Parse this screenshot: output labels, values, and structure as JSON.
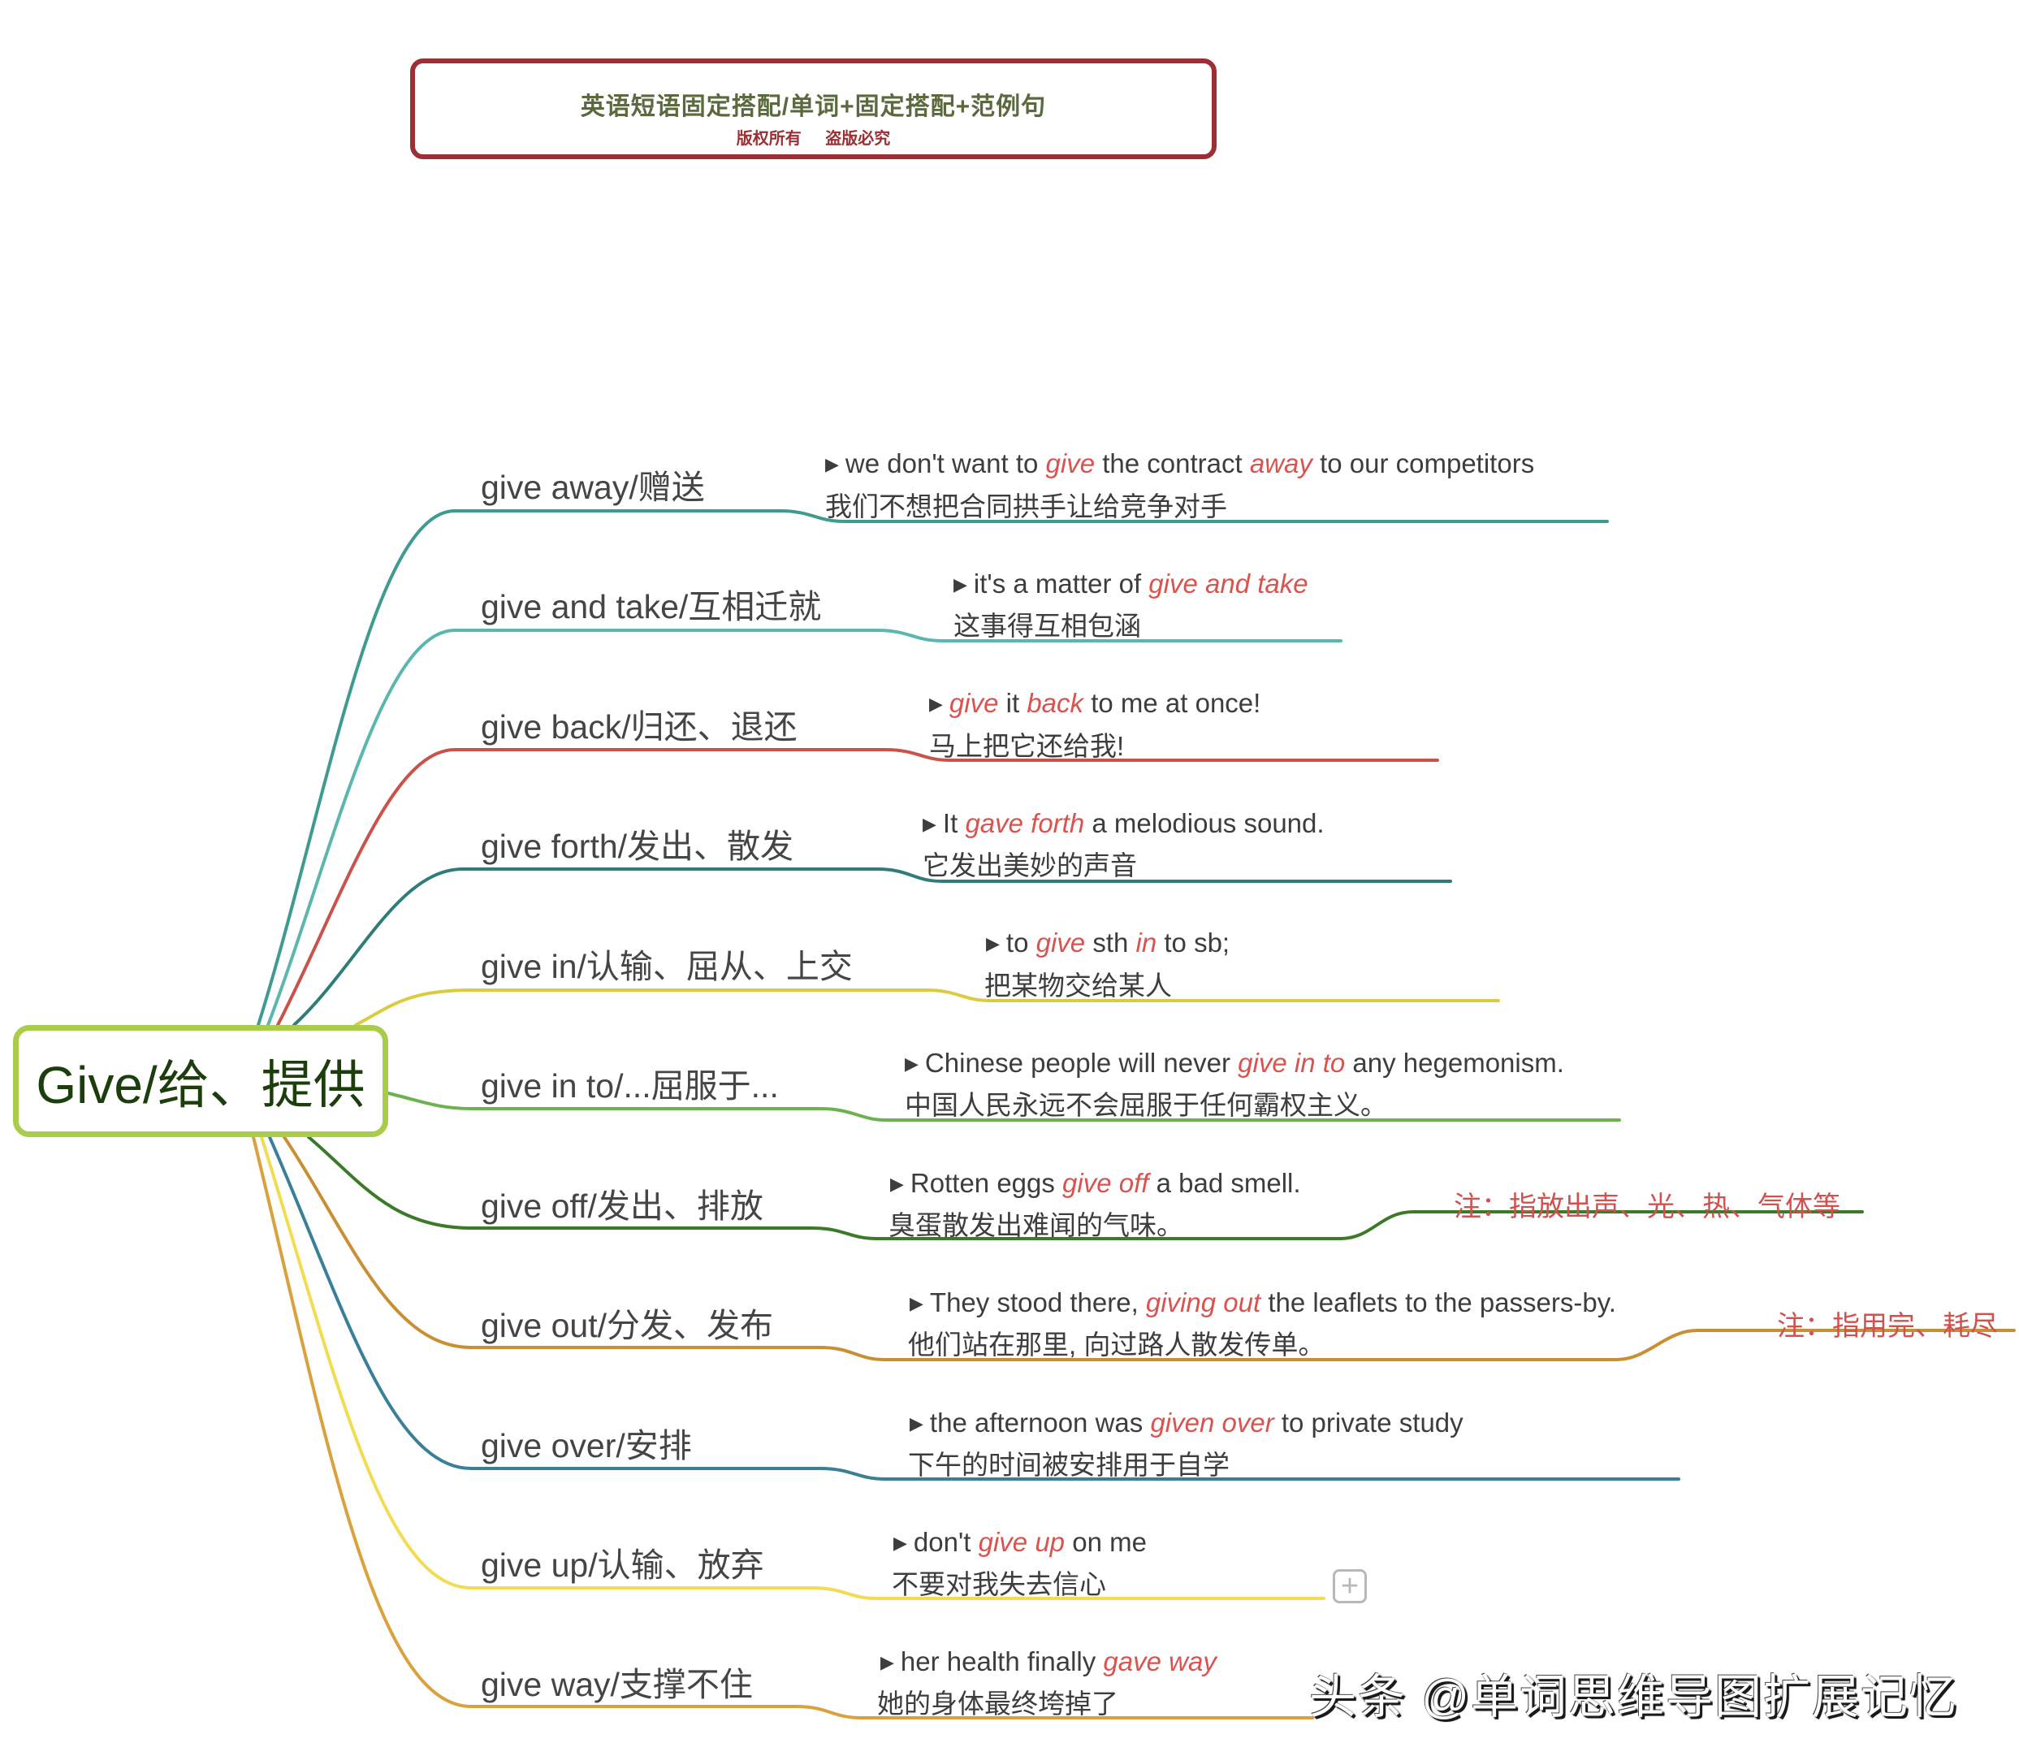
{
  "header": {
    "title": "英语短语固定搭配/单词+固定搭配+范例句",
    "subtitle_left": "版权所有",
    "subtitle_right": "盗版必究"
  },
  "center": {
    "label": "Give/给、提供",
    "border_color": "#a9cd4a",
    "text_color": "#1c3d0c"
  },
  "colors": {
    "highlight": "#d9534f",
    "note": "#d0524f",
    "header_border": "#9b2f33",
    "header_text": "#5b6a3e"
  },
  "branches": [
    {
      "label": "give away/赠送",
      "color": "#3f9a8f",
      "example_en": [
        [
          "we don't want to ",
          false
        ],
        [
          "give",
          true
        ],
        [
          " the contract ",
          false
        ],
        [
          "away",
          true
        ],
        [
          " to our competitors",
          false
        ]
      ],
      "example_zh": "我们不想把合同拱手让给竞争对手"
    },
    {
      "label": "give and take/互相迁就",
      "color": "#5bb7ad",
      "example_en": [
        [
          "it's a matter of ",
          false
        ],
        [
          "give and take",
          true
        ]
      ],
      "example_zh": "这事得互相包涵"
    },
    {
      "label": "give back/归还、退还",
      "color": "#c9534a",
      "example_en": [
        [
          "give",
          true
        ],
        [
          " it ",
          false
        ],
        [
          "back",
          true
        ],
        [
          " to me at once!",
          false
        ]
      ],
      "example_zh": "马上把它还给我!"
    },
    {
      "label": "give forth/发出、散发",
      "color": "#2f7d78",
      "example_en": [
        [
          "It ",
          false
        ],
        [
          "gave forth",
          true
        ],
        [
          " a melodious sound.",
          false
        ]
      ],
      "example_zh": "它发出美妙的声音"
    },
    {
      "label": "give in/认输、屈从、上交",
      "color": "#dccb3e",
      "example_en": [
        [
          "to ",
          false
        ],
        [
          "give",
          true
        ],
        [
          " sth ",
          false
        ],
        [
          "in",
          true
        ],
        [
          " to sb;",
          false
        ]
      ],
      "example_zh": "把某物交给某人"
    },
    {
      "label": "give in to/...屈服于...",
      "color": "#6cb24f",
      "example_en": [
        [
          "Chinese people will never ",
          false
        ],
        [
          "give in to",
          true
        ],
        [
          " any hegemonism.",
          false
        ]
      ],
      "example_zh": "中国人民永远不会屈服于任何霸权主义。"
    },
    {
      "label": "give off/发出、排放",
      "color": "#3c7a2a",
      "example_en": [
        [
          "Rotten eggs ",
          false
        ],
        [
          "give off",
          true
        ],
        [
          " a bad smell.",
          false
        ]
      ],
      "example_zh": "臭蛋散发出难闻的气味。",
      "note": "注：指放出声、光、热、气体等"
    },
    {
      "label": "give out/分发、发布",
      "color": "#c98f35",
      "example_en": [
        [
          "They stood there, ",
          false
        ],
        [
          "giving out",
          true
        ],
        [
          " the leaflets to the passers-by.",
          false
        ]
      ],
      "example_zh": "他们站在那里, 向过路人散发传单。",
      "note": "注：指用完、耗尽"
    },
    {
      "label": "give over/安排",
      "color": "#3a7f99",
      "example_en": [
        [
          "the afternoon was ",
          false
        ],
        [
          "given over",
          true
        ],
        [
          " to private study",
          false
        ]
      ],
      "example_zh": "下午的时间被安排用于自学"
    },
    {
      "label": "give up/认输、放弃",
      "color": "#f1dc52",
      "example_en": [
        [
          "don't ",
          false
        ],
        [
          "give up",
          true
        ],
        [
          " on me",
          false
        ]
      ],
      "example_zh": "不要对我失去信心",
      "expand_button": "+"
    },
    {
      "label": "give way/支撑不住",
      "color": "#d9a23d",
      "example_en": [
        [
          "her health finally ",
          false
        ],
        [
          "gave way",
          true
        ]
      ],
      "example_zh": "她的身体最终垮掉了"
    }
  ],
  "watermark": "头条 @单词思维导图扩展记忆"
}
